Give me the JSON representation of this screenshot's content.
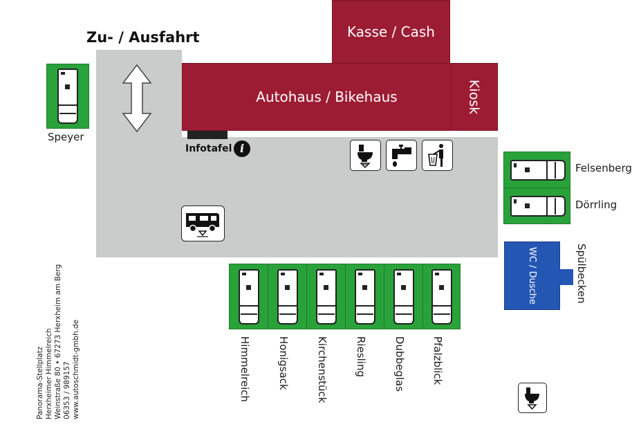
{
  "map": {
    "entrance_label": "Zu- / Ausfahrt",
    "infotafel_label": "Infotafel",
    "info_icon_glyph": "i",
    "buildings": {
      "kasse": "Kasse / Cash",
      "autohaus": "Autohaus / Bikehaus",
      "kiosk": "Kiosk",
      "wc": "WC / Dusche",
      "spuelbecken": "Spülbecken"
    },
    "spots": {
      "speyer": "Speyer",
      "felsenberg": "Felsenberg",
      "doerrling": "Dörrling",
      "bottom": [
        "Himmelreich",
        "Honigsack",
        "Kirchenstück",
        "Riesling",
        "Dubbeglas",
        "Pfalzblick"
      ]
    },
    "icons": [
      "arrow-updown-icon",
      "toilet-dump-icon",
      "water-tap-icon",
      "trash-icon",
      "camper-service-icon",
      "chemical-toilet-icon",
      "info-icon"
    ],
    "address_lines": [
      "Panorama-Stellplatz",
      "Herxheimer Himmelreich",
      "Weinstraße 80 • 67273 Herxheim am Berg",
      "06353 / 989157",
      "www.autoschmidt-gmbh.de"
    ],
    "colors": {
      "building": "#9c1c34",
      "spot": "#2aa23a",
      "wc": "#2456b4",
      "road": "#c9ccca"
    }
  }
}
